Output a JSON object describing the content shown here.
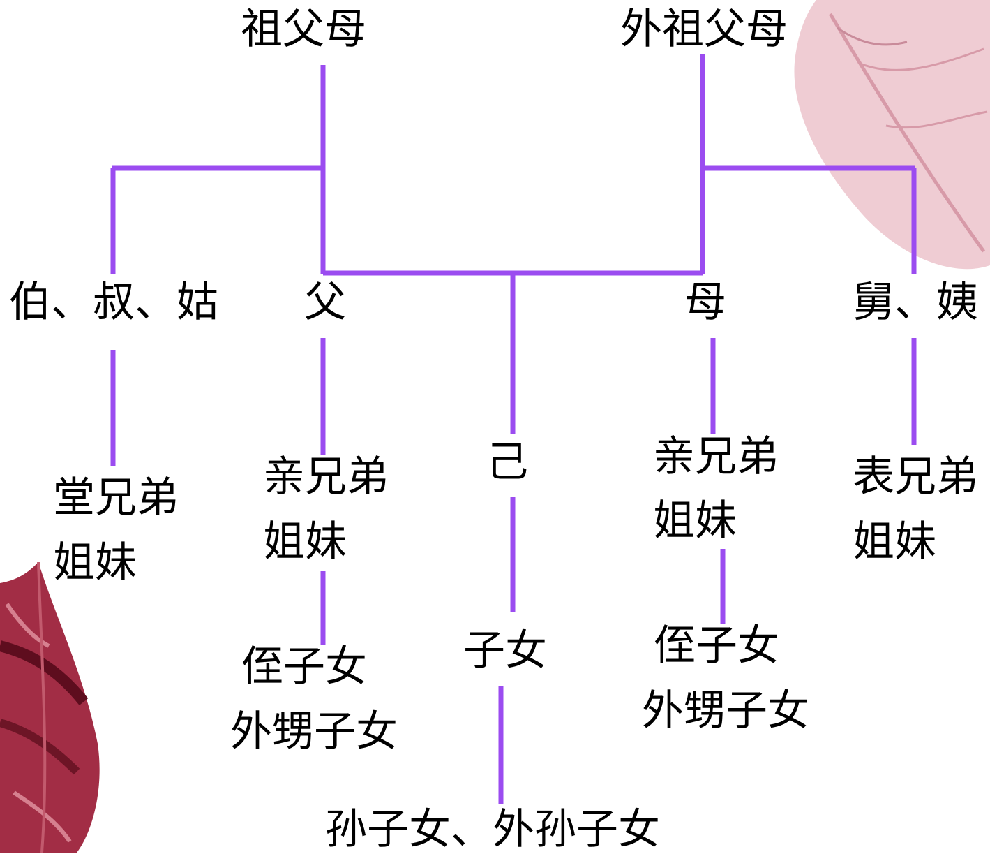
{
  "colors": {
    "line": "#9b4cf0",
    "text": "#000000",
    "leaf_dark": "#8e1f33",
    "leaf_mid": "#b3455a",
    "leaf_light": "#e7b8c2"
  },
  "nodes": {
    "paternal_grandparents": "祖父母",
    "maternal_grandparents": "外祖父母",
    "paternal_uncles_aunts": "伯、叔、姑",
    "father": "父",
    "mother": "母",
    "maternal_uncles_aunts": "舅、姨",
    "cousins_paternal_1": "堂兄弟",
    "cousins_paternal_2": "姐妹",
    "siblings_left_1": "亲兄弟",
    "siblings_left_2": "姐妹",
    "self": "己",
    "siblings_right_1": "亲兄弟",
    "siblings_right_2": "姐妹",
    "cousins_maternal_1": "表兄弟",
    "cousins_maternal_2": "姐妹",
    "nephews_left_1": "侄子女",
    "nephews_left_2": "外甥子女",
    "children": "子女",
    "nephews_right_1": "侄子女",
    "nephews_right_2": "外甥子女",
    "grandchildren": "孙子女、外孙子女"
  }
}
